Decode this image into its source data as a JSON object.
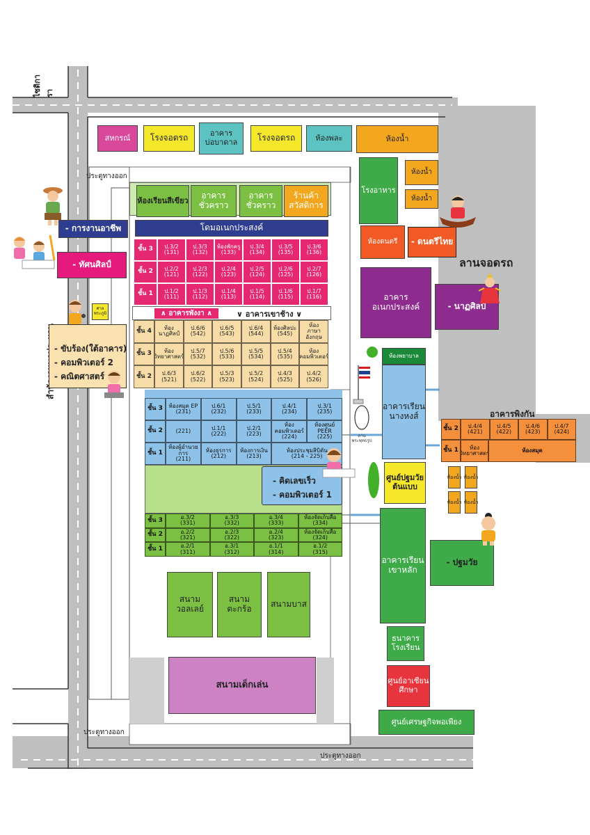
{
  "roads": {
    "top_road_label": "ไซติการา",
    "left_road_label": "สำนักงานพลประหวน",
    "gate_top": "ประตูทางออก",
    "gate_left_bottom": "ประตูทางออก",
    "gate_bottom": "ประตูทางออก"
  },
  "top_row": {
    "coop": "สหกรณ์",
    "parking1": "โรงจอดรถ",
    "pond_building": "อาคาร\nบ่อบาดาล",
    "parking2": "โรงจอดรถ",
    "tools_room": "ห้องพละ",
    "toilet": "ห้องน้ำ"
  },
  "right_cluster": {
    "canteen": "โรงอาหาร",
    "toilet_a": "ห้องน้ำ",
    "toilet_b": "ห้องน้ำ",
    "music_room": "ห้องดนตรี",
    "thai_music": "- ดนตรีไทย",
    "parking_lot": "ลานจอดรถ",
    "multipurpose": "อาคาร\nอเนกประสงค์",
    "dance": "- นาฏศิลป์",
    "nurse_room": "ห้องพยาบาล",
    "nanghong": "อาคารเรียน\nนางหงส์",
    "plaza": "ลาน\nพระพุทธรูป",
    "early_center": "ศูนย์ปฐมวัย\nต้นแบบ",
    "toilet_c": "ห้องน้ำ",
    "toilet_d": "ห้องน้ำ",
    "toilet_e": "ห้องน้ำ",
    "toilet_f": "ห้องน้ำ",
    "kaolak": "อาคารเรียน\nเขาหลัก",
    "kindergarten": "- ปฐมวัย",
    "bank": "ธนาคาร\nโรงเรียน",
    "asean": "ศูนย์อาเซียน\nศึกษา",
    "sufficiency": "ศูนย์เศรษฐกิจพอเพียง"
  },
  "upper_buildings": {
    "green_classroom": "ห้องเรียนสีเขียว",
    "temp1": "อาคาร\nชั่วคราว",
    "temp2": "อาคาร\nชั่วคราว",
    "welfare_shop": "ร้านค้า\nสวัสดิการ",
    "dome": "โดมอเนกประสงค์"
  },
  "side_labels": {
    "career": "- การงานอาชีพ",
    "art": "- ทัศนศิลป์",
    "shrine": "ศาล\nพระภูมิ",
    "singing": "- ขับร้อง(ใต้อาคาร)",
    "computer2": "- คอมพิวเตอร์  2",
    "math": "- คณิตศาสตร์",
    "calc": "- คิดเลขเร็ว",
    "computer1": "- คอมพิวเตอร์ 1"
  },
  "pink_building": {
    "rows": [
      {
        "label": "ชั้น 3",
        "cells": [
          [
            "ป.3/2",
            "(131)"
          ],
          [
            "ป.3/3",
            "(132)"
          ],
          [
            "ห้องพักครู",
            "(133)"
          ],
          [
            "ป.3/4",
            "(134)"
          ],
          [
            "ป.3/5",
            "(135)"
          ],
          [
            "ป.3/6",
            "(136)"
          ]
        ]
      },
      {
        "label": "ชั้น 2",
        "cells": [
          [
            "ป.2/2",
            "(121)"
          ],
          [
            "ป.2/3",
            "(122)"
          ],
          [
            "ป.2/4",
            "(123)"
          ],
          [
            "ป.2/5",
            "(124)"
          ],
          [
            "ป.2/6",
            "(125)"
          ],
          [
            "ป.2/7",
            "(126)"
          ]
        ]
      },
      {
        "label": "ชั้น 1",
        "cells": [
          [
            "ป.1/2",
            "(111)"
          ],
          [
            "ป.1/3",
            "(112)"
          ],
          [
            "ป.1/4",
            "(113)"
          ],
          [
            "ป.1/5",
            "(114)"
          ],
          [
            "ป.1/6",
            "(115)"
          ],
          [
            "ป.1/7",
            "(116)"
          ]
        ]
      }
    ]
  },
  "building_names": {
    "phangnga": "∧ อาคารพังงา ∧",
    "khaochang": "∨ อาคารเขาช้าง ∨",
    "phingan": "อาคารพิงกัน"
  },
  "cream_building": {
    "rows": [
      {
        "label": "ชั้น 4",
        "cells": [
          [
            "ห้อง",
            "นาฏศิลป์"
          ],
          [
            "ป.6/6",
            "(542)"
          ],
          [
            "ป.6/5",
            "(543)"
          ],
          [
            "ป.6/4",
            "(544)"
          ],
          [
            "ห้องศิลปะ",
            "(545)"
          ],
          [
            "ห้อง",
            "ภาษาอังกฤษ"
          ]
        ]
      },
      {
        "label": "ชั้น 3",
        "cells": [
          [
            "ห้อง",
            "วิทยาศาสตร์"
          ],
          [
            "ป.5/7",
            "(532)"
          ],
          [
            "ป.5/6",
            "(533)"
          ],
          [
            "ป.5/5",
            "(534)"
          ],
          [
            "ป.5/4",
            "(535)"
          ],
          [
            "ห้อง",
            "คอมพิวเตอร์"
          ]
        ]
      },
      {
        "label": "ชั้น 2",
        "cells": [
          [
            "ป.6/3",
            "(521)"
          ],
          [
            "ป.6/2",
            "(522)"
          ],
          [
            "ป.5/3",
            "(523)"
          ],
          [
            "ป.5/2",
            "(524)"
          ],
          [
            "ป.4/3",
            "(525)"
          ],
          [
            "ป.4/2",
            "(526)"
          ]
        ]
      }
    ]
  },
  "blue_building": {
    "rows": [
      {
        "label": "ชั้น 3",
        "cells": [
          [
            "ห้องสมุด EP",
            "(231)"
          ],
          [
            "ป.6/1",
            "(232)"
          ],
          [
            "ป.5/1",
            "(233)"
          ],
          [
            "ป.4/1",
            "(234)"
          ],
          [
            "ป.3/1",
            "(235)"
          ]
        ]
      },
      {
        "label": "ชั้น 2",
        "cells": [
          [
            "",
            "(221)"
          ],
          [
            "ป.1/1",
            "(222)"
          ],
          [
            "ป.2/1",
            "(223)"
          ],
          [
            "ห้องคอมพิวเตอร์",
            "(224)"
          ],
          [
            "ห้องศูนย์ PEER",
            "(225)"
          ]
        ]
      },
      {
        "label": "ชั้น 1",
        "cells": [
          [
            "ห้องผู้อำนวยการ",
            "(211)"
          ],
          [
            "ห้องธุรการ",
            "(212)"
          ],
          [
            "ห้องการเงิน",
            "(213)"
          ],
          [
            "ห้องประชุมสิบิตัน",
            "(214 - 225)"
          ]
        ]
      }
    ]
  },
  "green_building": {
    "rows": [
      {
        "label": "ชั้น 3",
        "cells": [
          [
            "อ.3/2",
            "(331)"
          ],
          [
            "อ.3/3",
            "(332)"
          ],
          [
            "อ.3/4",
            "(333)"
          ],
          [
            "ห้องจัดเก็บสื่อ",
            "(334)"
          ]
        ]
      },
      {
        "label": "ชั้น 2",
        "cells": [
          [
            "อ.2/2",
            "(321)"
          ],
          [
            "อ.2/3",
            "(322)"
          ],
          [
            "อ.2/4",
            "(323)"
          ],
          [
            "ห้องจัดเก็บสื่อ",
            "(324)"
          ]
        ]
      },
      {
        "label": "ชั้น 1",
        "cells": [
          [
            "อ.2/1",
            "(311)"
          ],
          [
            "อ.3/1",
            "(312)"
          ],
          [
            "อ.1/1",
            "(314)"
          ],
          [
            "อ.1/2",
            "(315)"
          ]
        ]
      }
    ]
  },
  "orange_building": {
    "floor2": {
      "label": "ชั้น 2",
      "cells": [
        [
          "ป.4/4",
          "(421)"
        ],
        [
          "ป.4/5",
          "(422)"
        ],
        [
          "ป.4/6",
          "(423)"
        ],
        [
          "ป.4/7",
          "(424)"
        ]
      ]
    },
    "floor1": {
      "label": "ชั้น 1",
      "science": [
        "ห้อง",
        "วิทยาศาสตร์"
      ],
      "library": "ห้องสมุด"
    }
  },
  "fields": {
    "volleyball": "สนาม\nวอลเลย์",
    "takraw": "สนาม\nตะกร้อ",
    "basketball": "สนามบาส",
    "playground": "สนามเด็กเล่น"
  }
}
